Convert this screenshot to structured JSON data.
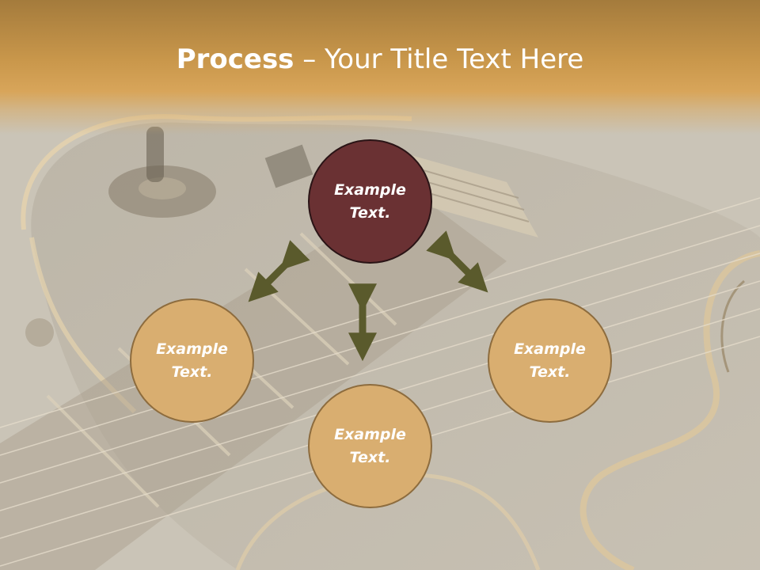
{
  "slide": {
    "title_bold": "Process",
    "title_rest": " – Your Title Text Here"
  },
  "diagram": {
    "center": "Example Text.",
    "left": "Example Text.",
    "right": "Example Text.",
    "bottom": "Example Text."
  },
  "colors": {
    "title_band": "#c9974b",
    "main_circle": "#6a3133",
    "side_circle": "#d9ae70",
    "arrow": "#5a5a2c",
    "background": "#cbc5b8"
  },
  "icons": {
    "arrow": "double-headed-arrow"
  }
}
